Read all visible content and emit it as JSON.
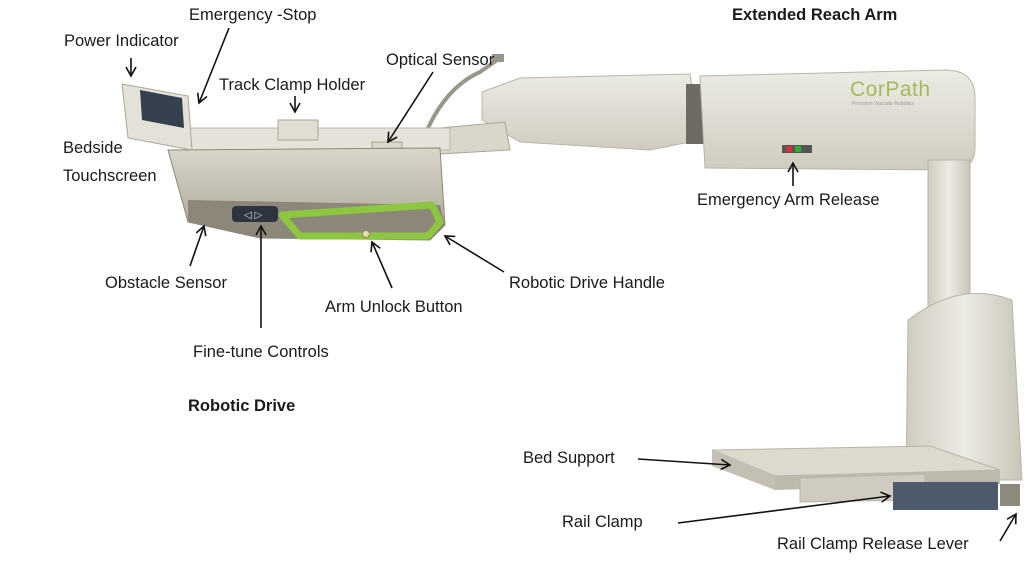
{
  "labels": {
    "emergency_stop": "Emergency -Stop",
    "extended_reach_arm": "Extended Reach Arm",
    "power_indicator": "Power Indicator",
    "optical_sensor": "Optical Sensor",
    "track_clamp_holder": "Track Clamp Holder",
    "bedside": "Bedside",
    "touchscreen": "Touchscreen",
    "emergency_arm_release": "Emergency Arm Release",
    "obstacle_sensor": "Obstacle Sensor",
    "robotic_drive_handle": "Robotic Drive Handle",
    "arm_unlock_button": "Arm Unlock Button",
    "fine_tune_controls": "Fine-tune Controls",
    "robotic_drive": "Robotic Drive",
    "bed_support": "Bed Support",
    "rail_clamp": "Rail Clamp",
    "rail_clamp_release_lever": "Rail Clamp Release Lever"
  },
  "brand": {
    "logo_text": "CorPath",
    "logo_subtext": "Precision Vascular Robotics"
  },
  "colors": {
    "device_body": "#dedbd0",
    "device_shadow": "#bdb9ab",
    "drive_dark": "#8c8778",
    "accent_green": "#8dc63f",
    "arrow": "#111111"
  }
}
